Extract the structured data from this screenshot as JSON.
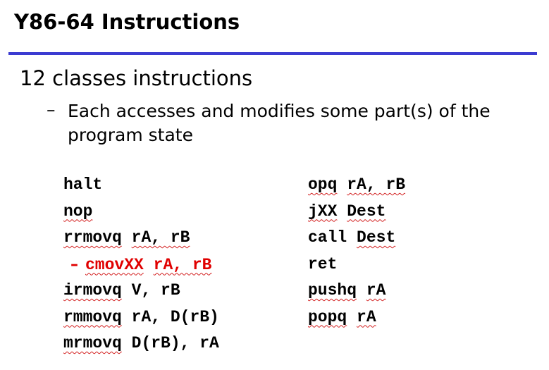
{
  "slide": {
    "title": "Y86-64 Instructions",
    "bullet": "12 classes instructions",
    "sub_bullet": {
      "dash": "–",
      "line1": "Each accesses and modifies some part(s) of the",
      "line2": "program state"
    },
    "instructions_left": [
      {
        "op": "halt",
        "args": ""
      },
      {
        "op": "nop",
        "args": ""
      },
      {
        "op": "rrmovq",
        "args": "rA, rB"
      },
      {
        "op": "cmovXX",
        "args": "rA, rB",
        "prefix": "–"
      },
      {
        "op": "irmovq",
        "args": "V, rB"
      },
      {
        "op": "rmmovq",
        "args": "rA, D(rB)"
      },
      {
        "op": "mrmovq",
        "args": "D(rB), rA"
      }
    ],
    "instructions_right": [
      {
        "op": "opq",
        "args": "rA, rB"
      },
      {
        "op": "jXX",
        "args": "Dest"
      },
      {
        "op": "call",
        "args": "Dest"
      },
      {
        "op": "ret",
        "args": ""
      },
      {
        "op": "pushq",
        "args": "rA"
      },
      {
        "op": "popq",
        "args": "rA"
      }
    ],
    "colors": {
      "title_rule": "#3b3bd1",
      "highlight_text": "#e00000",
      "spellcheck_underline": "#d32020"
    }
  }
}
